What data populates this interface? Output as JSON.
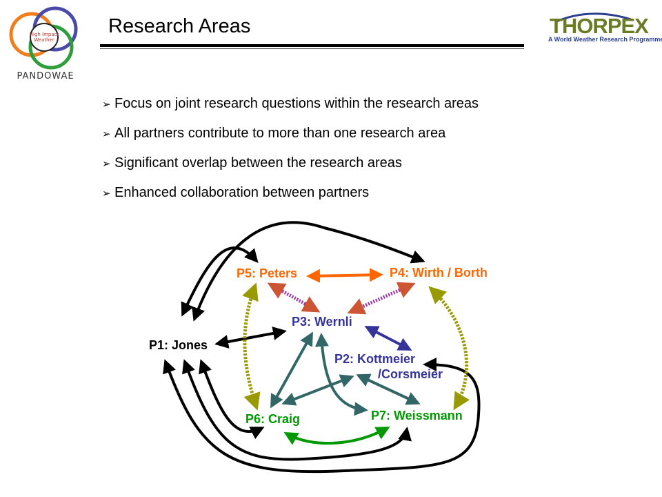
{
  "header": {
    "title": "Research Areas",
    "left_logo": {
      "text": "PANDOWAE",
      "badge_line1": "High Impact",
      "badge_line2": "Weather"
    },
    "right_logo": {
      "name": "THORPEX",
      "tagline": "A World Weather Research Programme"
    }
  },
  "bullets": [
    "Focus on joint research questions within the research areas",
    "All partners contribute to more than one research area",
    "Significant overlap between the research areas",
    "Enhanced collaboration between partners"
  ],
  "bullet_mark": "➢",
  "diagram": {
    "nodes": {
      "p1": "P1: Jones",
      "p5": "P5: Peters",
      "p4": "P4: Wirth / Borth",
      "p3": "P3: Wernli",
      "p2a": "P2: Kottmeier",
      "p2b": "/Corsmeier",
      "p6": "P6: Craig",
      "p7": "P7: Weissmann"
    },
    "colors": {
      "black": "#000000",
      "orange": "#ff6600",
      "blue": "#333399",
      "green": "#009900",
      "olive": "#999900",
      "teal": "#336666"
    }
  }
}
